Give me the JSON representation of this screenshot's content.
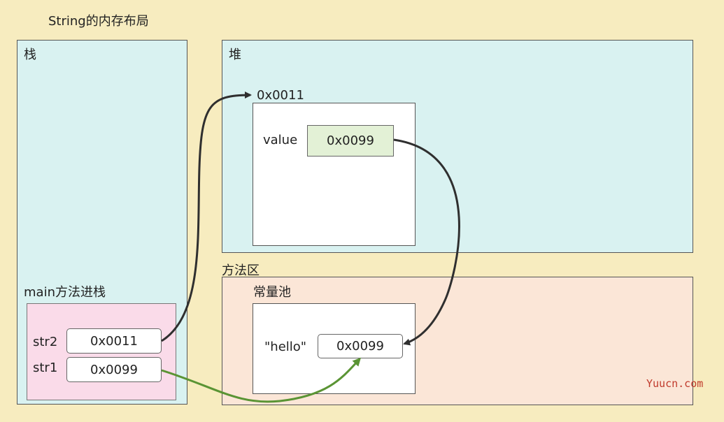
{
  "title": "String的内存布局",
  "stack": {
    "label": "栈",
    "frame_label": "main方法进栈",
    "vars": [
      {
        "name": "str2",
        "value": "0x0011"
      },
      {
        "name": "str1",
        "value": "0x0099"
      }
    ]
  },
  "heap": {
    "label": "堆",
    "object": {
      "address": "0x0011",
      "field_name": "value",
      "field_value": "0x0099"
    }
  },
  "method_area": {
    "label": "方法区",
    "pool_label": "常量池",
    "literal": "\"hello\"",
    "literal_address": "0x0099"
  },
  "colors": {
    "background": "#f7ecbf",
    "region_cyan": "#d9f2f1",
    "region_peach": "#fbe6d7",
    "frame_pink": "#fadbe9",
    "field_green": "#e3f1d6",
    "arrow_dark": "#2f2f2f",
    "arrow_green": "#5a9434",
    "watermark": "#c0392b"
  },
  "watermark": "Yuucn.com"
}
